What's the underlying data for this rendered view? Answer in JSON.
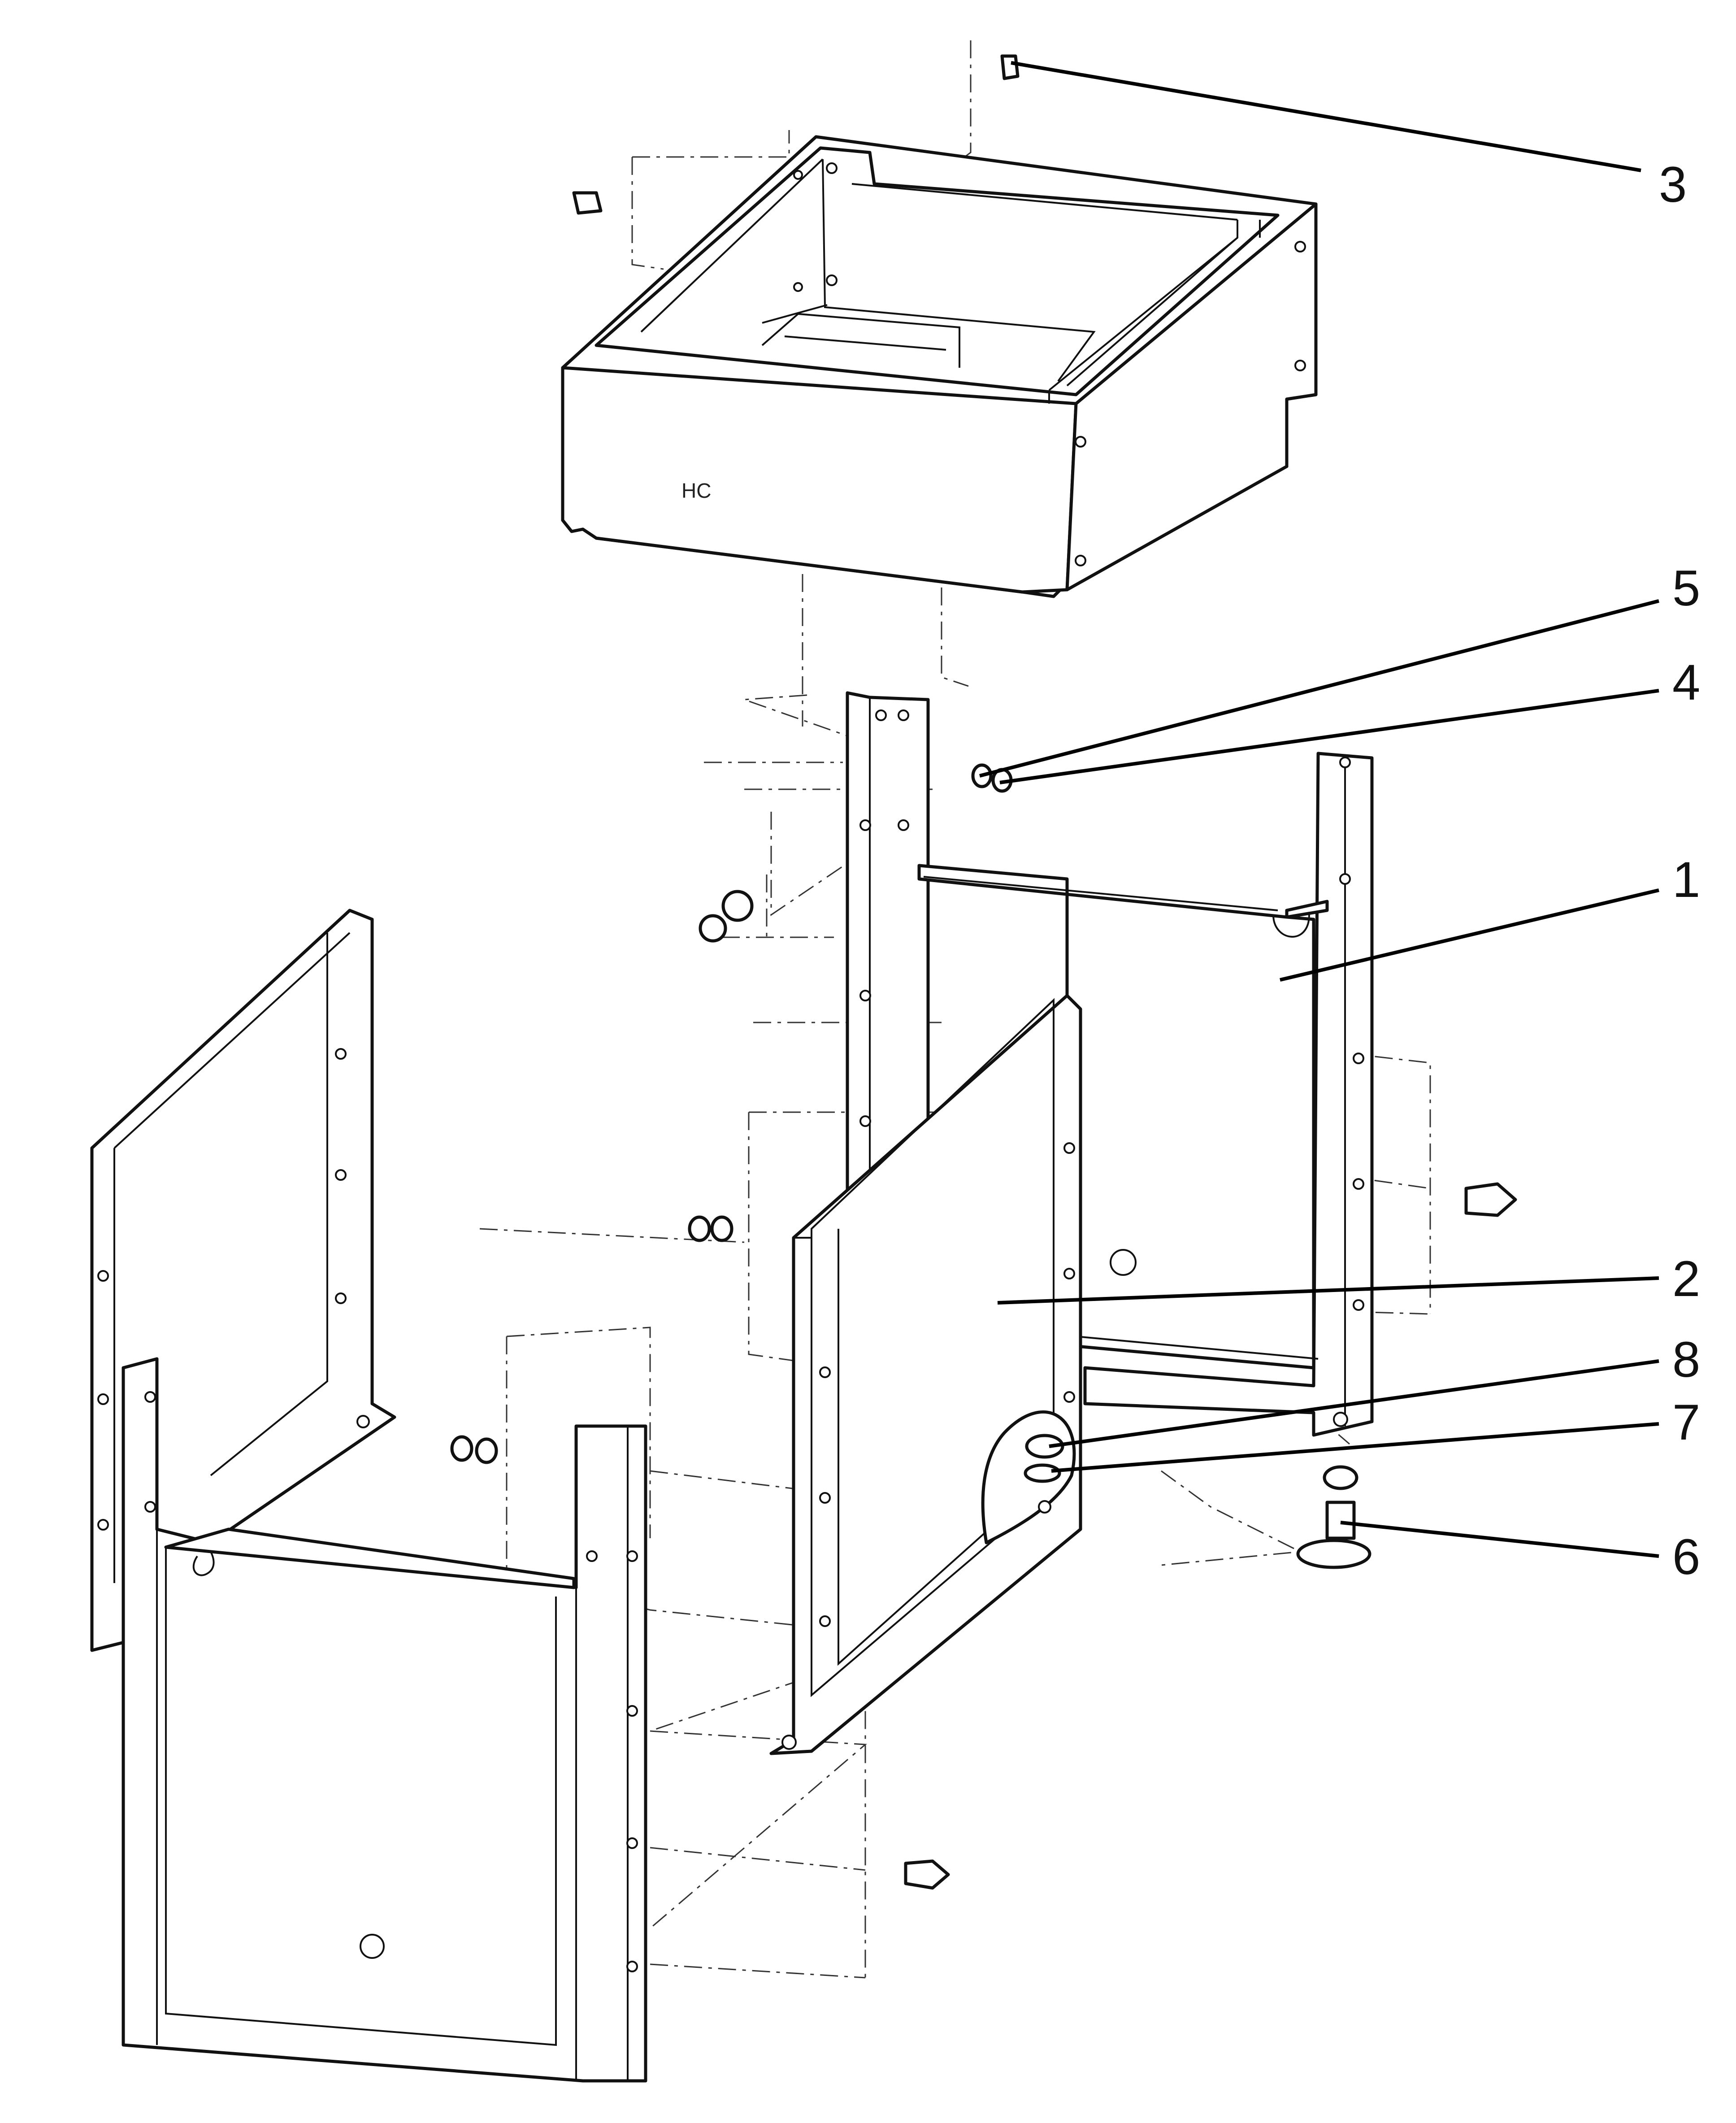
{
  "diagram": {
    "type": "exploded-assembly",
    "body_marking": "HC",
    "callouts": [
      {
        "id": "c1",
        "label": "1"
      },
      {
        "id": "c2",
        "label": "2"
      },
      {
        "id": "c3",
        "label": "3"
      },
      {
        "id": "c4",
        "label": "4"
      },
      {
        "id": "c5",
        "label": "5"
      },
      {
        "id": "c6",
        "label": "6"
      },
      {
        "id": "c7",
        "label": "7"
      },
      {
        "id": "c8",
        "label": "8"
      }
    ]
  },
  "colors": {
    "line": "#111111",
    "background": "#ffffff"
  }
}
